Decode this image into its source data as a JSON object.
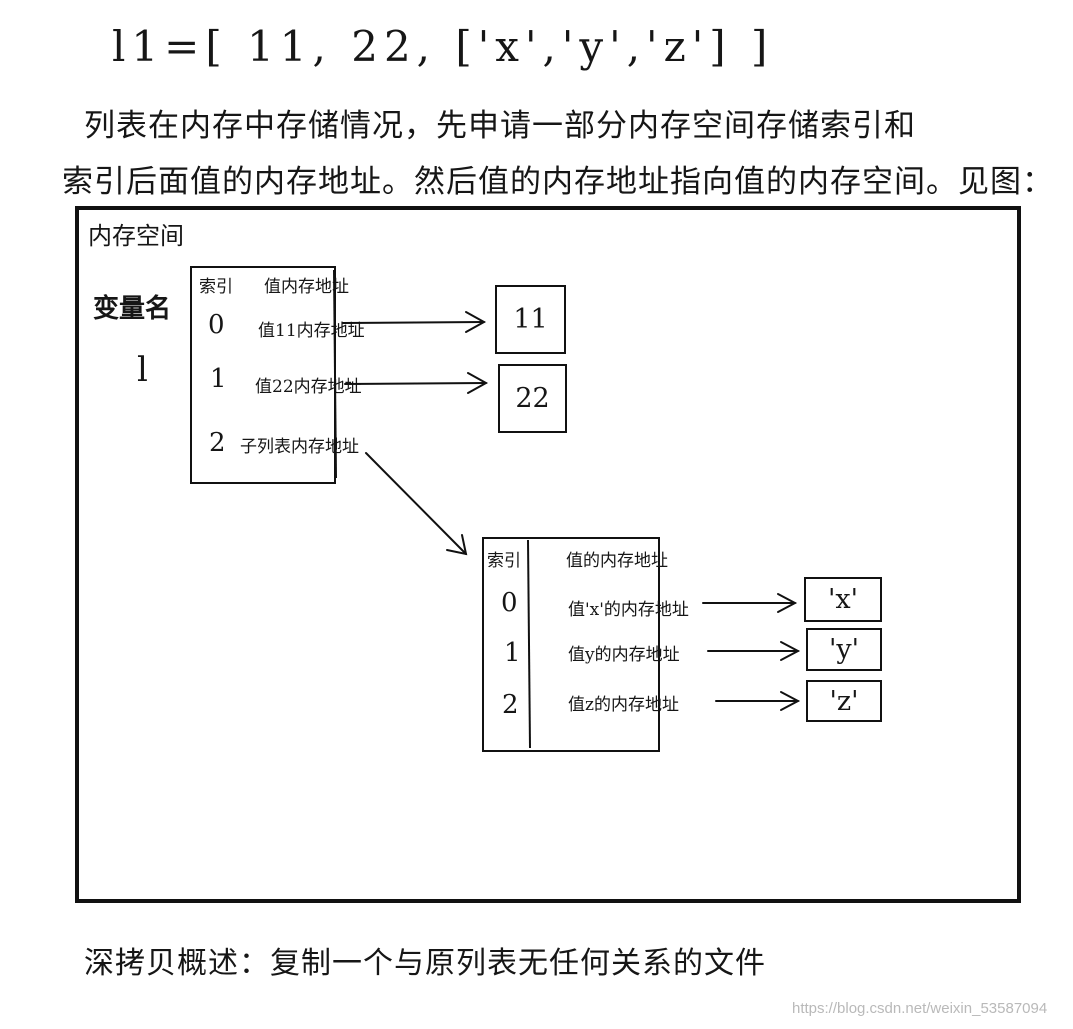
{
  "code_line": "l1=[ 11, 22, ['x','y','z'] ]",
  "description": {
    "line1": "列表在内存中存储情况，先申请一部分内存空间存储索引和",
    "line2": "索引后面值的内存地址。然后值的内存地址指向值的内存空间。见图："
  },
  "memory_space_label": "内存空间",
  "variable_label": "变量名",
  "variable_name": "l",
  "outer_table": {
    "index_header": "索引",
    "address_header": "值内存地址",
    "rows": [
      {
        "index": "0",
        "address": "值11内存地址"
      },
      {
        "index": "1",
        "address": "值22内存地址"
      },
      {
        "index": "2",
        "address": "子列表内存地址"
      }
    ]
  },
  "outer_values": [
    "11",
    "22"
  ],
  "inner_table": {
    "index_header": "索引",
    "address_header": "值的内存地址",
    "rows": [
      {
        "index": "0",
        "address": "值'x'的内存地址"
      },
      {
        "index": "1",
        "address": "值y的内存地址"
      },
      {
        "index": "2",
        "address": "值z的内存地址"
      }
    ]
  },
  "inner_values": [
    "'x'",
    "'y'",
    "'z'"
  ],
  "footer_text": "深拷贝概述：复制一个与原列表无任何关系的文件",
  "watermark": "https://blog.csdn.net/weixin_53587094"
}
